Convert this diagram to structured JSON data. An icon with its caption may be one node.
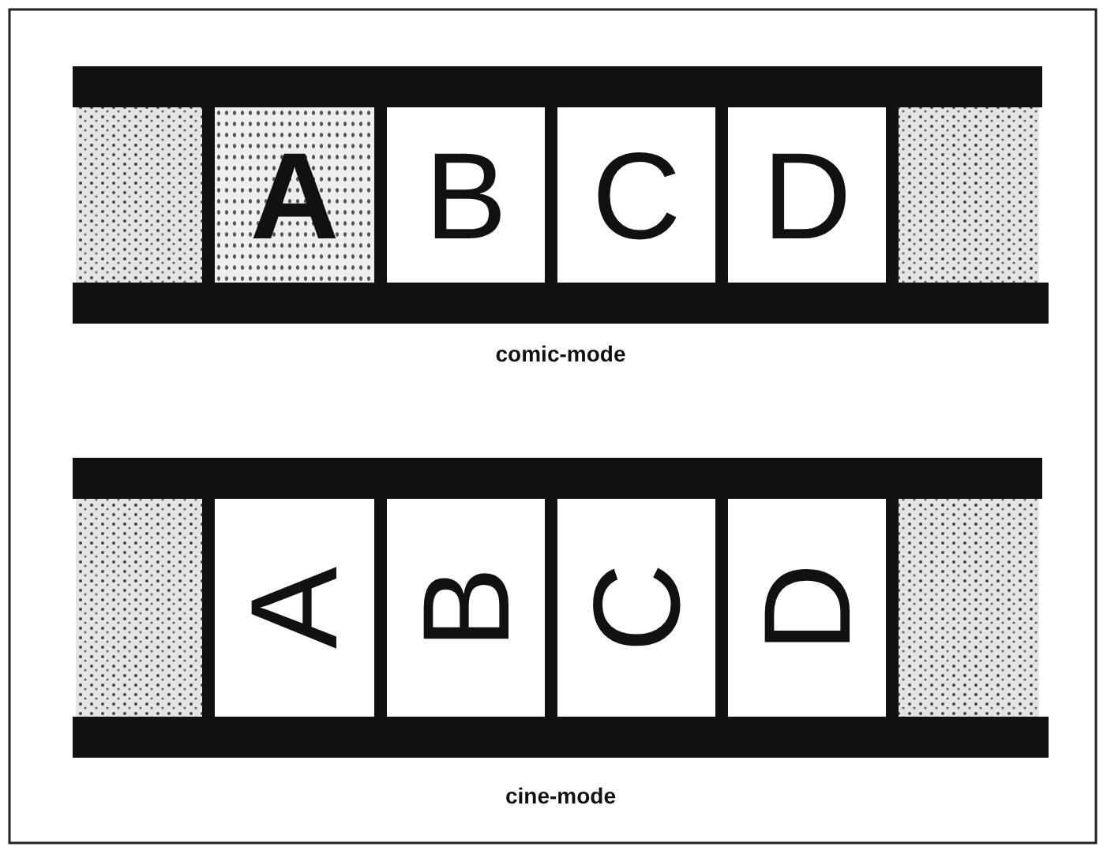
{
  "diagram": {
    "nodes": [
      {
        "text": [
          "A"
        ]
      },
      {
        "text": [
          "B"
        ]
      },
      {
        "text": [
          "C"
        ]
      },
      {
        "text": [
          "D"
        ]
      },
      {
        "text": [
          "A"
        ]
      },
      {
        "text": [
          "B"
        ]
      },
      {
        "text": [
          "C"
        ]
      },
      {
        "text": [
          "D"
        ]
      }
    ],
    "labels": [
      "comic-mode",
      "cine-mode"
    ]
  }
}
